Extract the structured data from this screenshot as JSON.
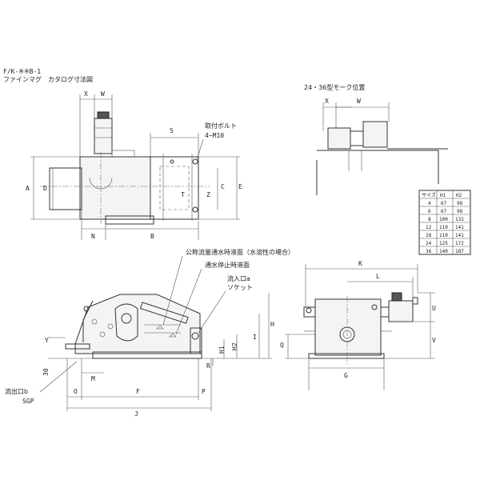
{
  "title": {
    "model": "F/K-※※B-1",
    "subtitle": "ファインマグ　カタログ寸法図"
  },
  "motor_position_title": "24・36型モーク位置",
  "labels": {
    "X": "X",
    "W": "W",
    "S": "S",
    "A": "A",
    "D": "D",
    "N": "N",
    "B": "B",
    "C": "C",
    "E": "E",
    "T": "T",
    "Z": "Z",
    "bolt_1": "取付ボルト",
    "bolt_2": "4−M10",
    "X2": "X",
    "W2": "W",
    "K": "K",
    "L": "L",
    "U": "U",
    "V": "V",
    "Q": "Q",
    "G": "G",
    "H": "H",
    "I": "I",
    "H1": "H1",
    "H2": "H2",
    "R": "R",
    "Y": "Y",
    "M": "M",
    "O": "O",
    "F": "F",
    "P": "P",
    "J": "J",
    "thirty": "30",
    "flow_note": "公称流量通水時液面（水溶性の場合）",
    "stop_note": "通水停止時液面",
    "inlet": "流入口a",
    "socket": "ソケット",
    "outlet": "流出口b",
    "sgp": "SGP"
  },
  "table": {
    "headers": [
      "サイズ",
      "H1",
      "H2"
    ],
    "rows": [
      [
        "4",
        "67",
        "98"
      ],
      [
        "6",
        "67",
        "98"
      ],
      [
        "8",
        "100",
        "131"
      ],
      [
        "12",
        "110",
        "141"
      ],
      [
        "18",
        "110",
        "141"
      ],
      [
        "24",
        "125",
        "172"
      ],
      [
        "36",
        "140",
        "187"
      ]
    ]
  }
}
